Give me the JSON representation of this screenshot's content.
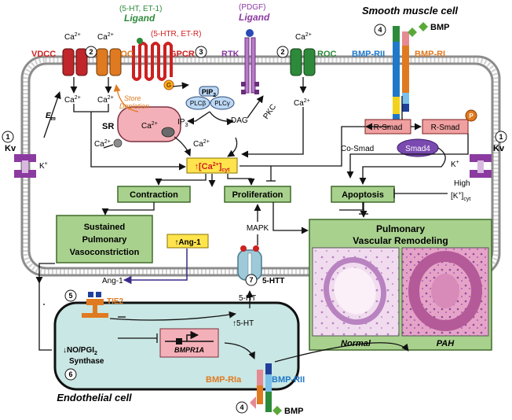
{
  "title": "Smooth muscle cell",
  "endothelial_title": "Endothelial cell",
  "channels": {
    "vdcc": "VDCC",
    "soc": "SOC",
    "gpcr": "GPCR",
    "rtk": "RTK",
    "roc": "ROC",
    "kv": "Kv",
    "bmpr2": "BMP-RII",
    "bmpr1": "BMP-RI",
    "bmpr1a": "BMP-RIa",
    "bmpr2_endo": "BMP-RII",
    "tie2": "TIE2",
    "htt": "5-HTT"
  },
  "ligands": {
    "gpcr_ligand_agonists": "(5-HT, ET-1)",
    "gpcr_ligand": "Ligand",
    "gpcr_receptors": "(5-HTR, ET-R)",
    "rtk_agonist": "(PDGF)",
    "rtk_ligand": "Ligand",
    "bmp": "BMP",
    "bmp_endo": "BMP"
  },
  "numbers": {
    "n1a": "1",
    "n1b": "1",
    "n2a": "2",
    "n2b": "2",
    "n3": "3",
    "n4a": "4",
    "n4b": "4",
    "n5": "5",
    "n6": "6",
    "n7": "7"
  },
  "molecules": {
    "ca_vdcc_out": "Ca",
    "ca_soc_out": "Ca",
    "ca_roc_out": "Ca",
    "ca_vdcc_in": "Ca",
    "ca_soc_in": "Ca",
    "ca_roc_in": "Ca",
    "ca_sr_in": "Ca",
    "ca_sr_out": "Ca",
    "ca_cyt": "Ca",
    "charge": "2+",
    "g_protein": "G",
    "pip2": "PIP",
    "pip2_sub": "2",
    "plcb": "PLCβ",
    "plcg": "PLCγ",
    "ip3": "IP",
    "ip3_sub": "3",
    "dag": "DAG",
    "pkc": "PKC",
    "sr": "SR",
    "store_depletion_1": "Store",
    "store_depletion_2": "Depletion",
    "em": "E",
    "em_sub": "m",
    "k_out": "K",
    "k_in": "K",
    "k_charge": "+",
    "high": "High",
    "k_cyt": "[K",
    "k_cyt_sub": "cyt",
    "r_smad_1": "R-Smad",
    "r_smad_2": "R-Smad",
    "p": "P",
    "co_smad": "Co-Smad",
    "smad4": "Smad4",
    "ca_cyt_label_arrow": "↑[Ca",
    "ca_cyt_sub": "cyt",
    "mapk": "MAPK",
    "ht_out": "5-HT",
    "ht_in": "↑5-HT",
    "ang1_box": "↑Ang-1",
    "ang1": "Ang-1",
    "nos_1": "NO/PGI",
    "nos_sub": "2",
    "nos_2": "Synthase",
    "nos_arrow": "↓",
    "bmpr1a_gene": "BMPR1A"
  },
  "boxes": {
    "contraction": "Contraction",
    "proliferation": "Proliferation",
    "apoptosis": "Apoptosis",
    "spv_1": "Sustained",
    "spv_2": "Pulmonary",
    "spv_3": "Vasoconstriction",
    "pvr_1": "Pulmonary",
    "pvr_2": "Vascular Remodeling",
    "normal": "Normal",
    "pah": "PAH"
  },
  "colors": {
    "membrane": "#9a9a9a",
    "green_box": "#a9d18e",
    "green_border": "#3f6b2a",
    "endo_fill": "#c9e7e4",
    "red": "#d01f1f",
    "orange": "#e07a20",
    "purple": "#8b3aa0",
    "blue": "#1f78c8",
    "dark_green": "#2d8a3a",
    "yellow": "#ffe44d",
    "rsmad": "#f0a0a0",
    "tissue_normal": "#f3dcef",
    "tissue_pah": "#e89bc5"
  }
}
